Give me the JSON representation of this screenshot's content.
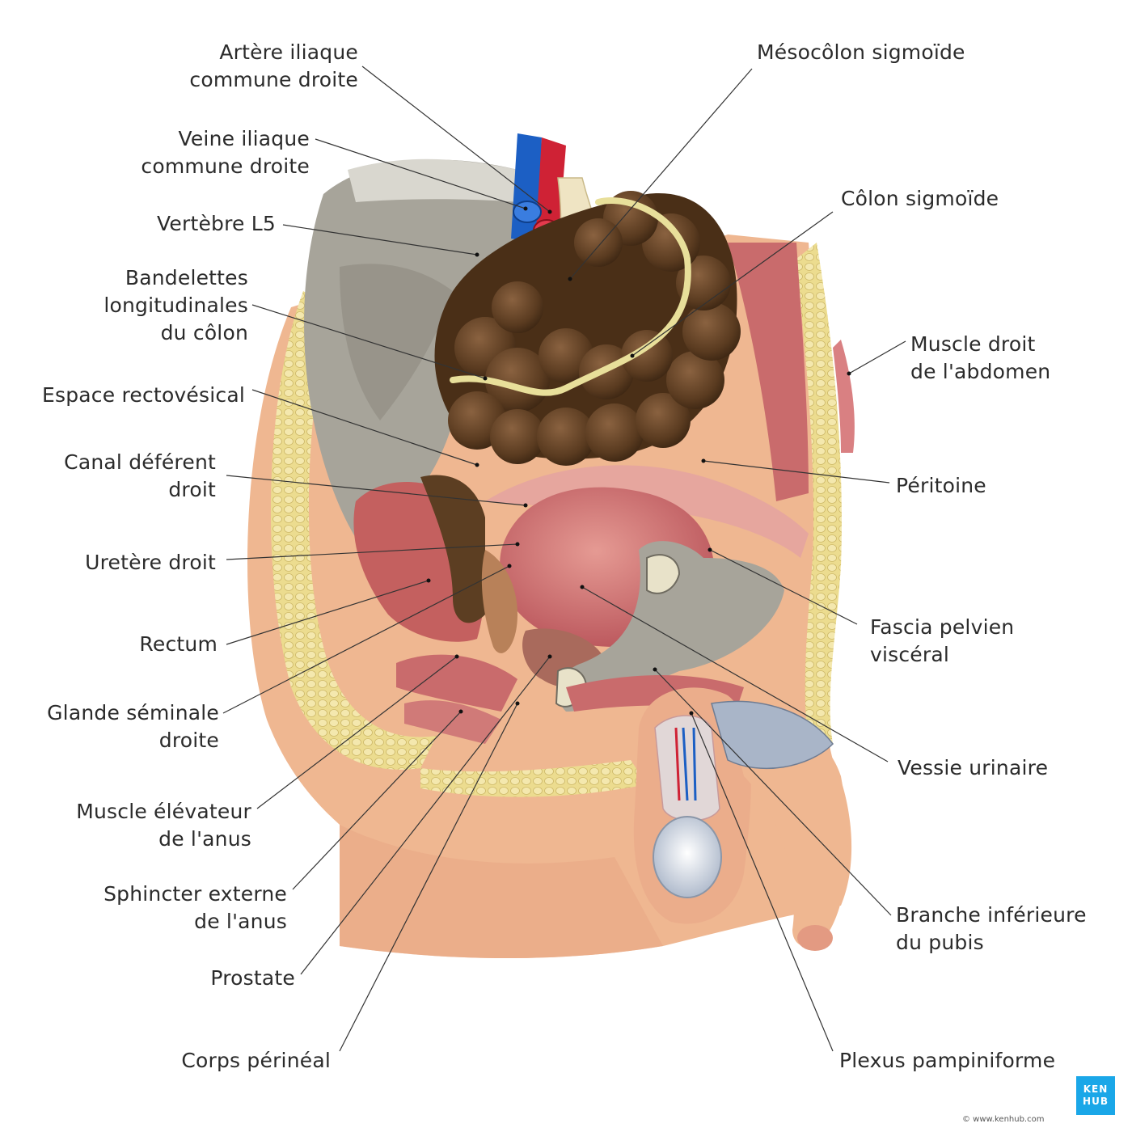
{
  "labels_left": [
    {
      "id": "arteriliaque",
      "text": "Artère iliaque\ncommune droite"
    },
    {
      "id": "veineiliaque",
      "text": "Veine iliaque\ncommune droite"
    },
    {
      "id": "vertebre",
      "text": "Vertèbre L5"
    },
    {
      "id": "bandelettes",
      "text": "Bandelettes\nlongitudinales\ndu côlon"
    },
    {
      "id": "espace",
      "text": "Espace rectovésical"
    },
    {
      "id": "canal",
      "text": "Canal déférent\ndroit"
    },
    {
      "id": "uretere",
      "text": "Uretère droit"
    },
    {
      "id": "rectum",
      "text": "Rectum"
    },
    {
      "id": "glande",
      "text": "Glande séminale\ndroite"
    },
    {
      "id": "elevateur",
      "text": "Muscle élévateur\nde l'anus"
    },
    {
      "id": "sphincter",
      "text": "Sphincter externe\nde l'anus"
    },
    {
      "id": "prostate",
      "text": "Prostate"
    },
    {
      "id": "corps",
      "text": "Corps périnéal"
    }
  ],
  "labels_right": [
    {
      "id": "mesocolon",
      "text": "Mésocôlon sigmoïde"
    },
    {
      "id": "colon",
      "text": "Côlon sigmoïde"
    },
    {
      "id": "muscledroit",
      "text": "Muscle droit\nde l'abdomen"
    },
    {
      "id": "peritoine",
      "text": "Péritoine"
    },
    {
      "id": "fascia",
      "text": "Fascia pelvien\nviscéral"
    },
    {
      "id": "vessie",
      "text": "Vessie urinaire"
    },
    {
      "id": "branche",
      "text": "Branche inférieure\ndu pubis"
    },
    {
      "id": "plexus",
      "text": "Plexus pampiniforme"
    }
  ],
  "logo": {
    "text": "KEN\nHUB"
  },
  "credit": "© www.kenhub.com",
  "colors": {
    "skin": "#efb791",
    "fat": "#ecdc8f",
    "muscle": "#c96b6c",
    "colon": "#5c3e22",
    "bone": "#a7a49a",
    "artery": "#cf2235",
    "vein": "#1c5fc4"
  }
}
